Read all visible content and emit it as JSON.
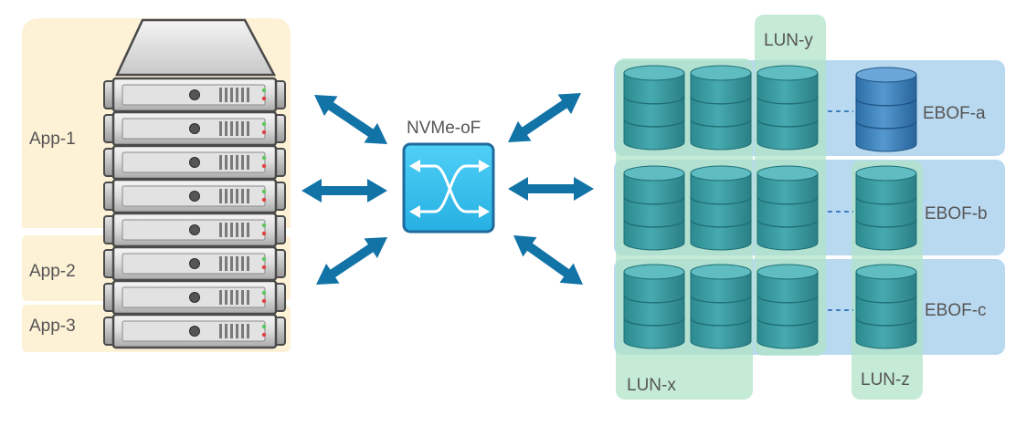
{
  "apps": {
    "app1": "App-1",
    "app2": "App-2",
    "app3": "App-3"
  },
  "fabric": {
    "label": "NVMe-oF"
  },
  "luns": {
    "x": "LUN-x",
    "y": "LUN-y",
    "z": "LUN-z"
  },
  "enclosures": {
    "a": "EBOF-a",
    "b": "EBOF-b",
    "c": "EBOF-c"
  },
  "colors": {
    "app_region": "#fdf1d6",
    "ebof_region": "#b9d9f0",
    "lun_region": "#aee3c6",
    "disk_teal": "#3b9da3",
    "disk_blue": "#3f86c0",
    "arrow": "#1273a7",
    "switch": "#39c3ef"
  }
}
